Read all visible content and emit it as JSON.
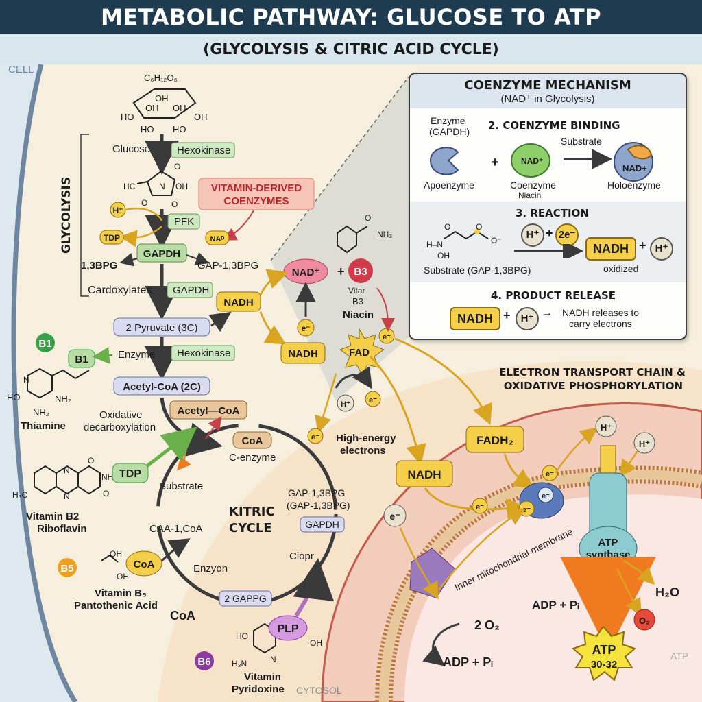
{
  "title": "METABOLIC PATHWAY: GLUCOSE TO ATP",
  "subtitle": "(GLYCOLYSIS & CITRIC ACID CYCLE)",
  "regions": {
    "cell": "CELL",
    "cytosol": "CYTOSOL",
    "glycolysis": "GLYCOLYSIS",
    "cycle_title": "KITRIC\nCYCLE",
    "cycle_line1": "KITRIC",
    "cycle_line2": "CYCLE"
  },
  "glucose": {
    "formula": "C₆H₁₂O₆",
    "oh1": "OH",
    "oh2": "OH",
    "ho1": "HO",
    "ho2": "HO",
    "oh3": "OH",
    "oh4": "OH",
    "ho3": "HO"
  },
  "glycolysis_steps": {
    "glucose_label": "Glucose",
    "hexokinase": "Hexokinase",
    "intermediate_hc": "HC",
    "intermediate_o1": "O",
    "intermediate_oh": "OH",
    "intermediate_n": "N",
    "intermediate_o2": "O",
    "h_plus": "H⁺",
    "pfk": "PFK",
    "tdp": "TDP",
    "gapdh_main": "GAPDH",
    "nad_small": "NAᴰ",
    "bpg_left": "1,3BPG",
    "bpg_right": "GAP-1,3BPG",
    "cardoxylates": "Cardoxylates",
    "gapdh_2": "GAPDH",
    "pyruvate": "2 Pyruvate (3C)",
    "enzyme": "Enzyme",
    "hexokinase_2": "Hexokinase",
    "acetyl_coa": "Acetyl-CoA (2C)",
    "oxidative": "Oxidative",
    "decarboxylation": "decarboxylation",
    "acetyl_coa_2": "Acetyl—CoA"
  },
  "vitamin_banner": {
    "line1": "VITAMIN-DERIVED",
    "line2": "COENZYMES"
  },
  "vitamins": {
    "b1_badge": "B1",
    "b1_chip": "B1",
    "thiamine": "Thiamine",
    "nh2_1": "NH₂",
    "ho_b1": "HO",
    "nh2_2": "NH₂",
    "n_b1": "N",
    "b2_nh": "NH",
    "b2_o1": "O",
    "b2_o2": "O",
    "b2_n1": "N",
    "b2_n2": "N",
    "b2_h3c": "H₃C",
    "b2_title": "Vitamin B2",
    "b2_name": "Riboflavin",
    "tdp_b2": "TDP",
    "b5_badge": "B5",
    "b5_coa": "CoA",
    "b5_oh1": "OH",
    "b5_oh2": "OH",
    "b5_title": "Vitamin B₅",
    "b5_name": "Pantothenic Acid",
    "coa_bold": "CoA",
    "b6_badge": "B6",
    "b6_plp": "PLP",
    "b6_ho": "HO",
    "b6_oh": "OH",
    "b6_h3n": "H₃N",
    "b6_n": "N",
    "b6_title": "Vitamin",
    "b6_name": "Pyridoxine",
    "b3_badge": "B3",
    "b3_vita": "Vitar",
    "b3_name": "B3",
    "niacin": "Niacin",
    "niacin_o": "O",
    "niacin_nh3": "NH₃"
  },
  "central": {
    "nad_plus": "NAD⁺",
    "plus": "+",
    "nadh_1": "NADH",
    "e_minus": "e⁻",
    "nadh_2": "NADH",
    "fad": "FAD",
    "e_fad": "e⁻",
    "h_small": "H⁺",
    "e_small": "e⁻",
    "e_high": "e⁻",
    "high_energy_1": "High-energy",
    "high_energy_2": "electrons"
  },
  "cycle": {
    "coa": "CoA",
    "c_enzyme": "C-enzyme",
    "substrate": "Substrate",
    "gap1": "GAP-1,3BPG",
    "gap2": "(GAP-1,3BPG)",
    "gapdh": "GAPDH",
    "caa": "CAA-1,CoA",
    "enzyon": "Enzyon",
    "ciopr": "Ciopr",
    "gappg": "2 GAPPG"
  },
  "panel": {
    "title": "COENZYME MECHANISM",
    "subtitle": "(NAD⁺ in Glycolysis)",
    "enzyme_1": "Enzyme",
    "enzyme_2": "(GAPDH)",
    "step2": "2. COENZYME BINDING",
    "substrate": "Substrate",
    "plus": "+",
    "nad_plus": "NAD⁺",
    "nad_plus_holo": "NAD+",
    "apoenzyme": "Apoenzyme",
    "coenzyme": "Coenzyme",
    "niacin": "Niacin",
    "holoenzyme": "Holoenzyme",
    "step3": "3. REACTION",
    "h_plus": "H⁺",
    "plus2": "+",
    "two_e": "2e⁻",
    "nadh": "NADH",
    "plus3": "+",
    "h_plus2": "H⁺",
    "oxidized": "oxidized",
    "substrate_gap": "Substrate (GAP-1,3BPG)",
    "mol_o1": "O",
    "mol_o2": "O",
    "mol_o3": "O⁻",
    "mol_hn": "H–N",
    "mol_oh": "OH",
    "step4": "4. PRODUCT RELEASE",
    "nadh_2": "NADH",
    "plus4": "+",
    "h_plus3": "H⁺",
    "release_1": "NADH releases to",
    "release_2": "carry electrons"
  },
  "mito": {
    "etc_1": "ELECTRON TRANSPORT CHAIN &",
    "etc_2": "OXIDATIVE PHOSPHORYLATION",
    "fadh2": "FADH₂",
    "nadh": "NADH",
    "e1": "e⁻",
    "e2": "e⁻",
    "e3": "e⁻",
    "e4": "e⁻",
    "e_left": "e⁻",
    "h1": "H⁺",
    "h2": "H⁺",
    "membrane": "Inner mitochondrial membrane",
    "atp_synthase_1": "ATP",
    "atp_synthase_2": "synthase",
    "adp_right": "ADP + Pᵢ",
    "h2o": "H₂O",
    "o2_badge": "O₂",
    "two_o2": "2 O₂",
    "adp_bottom": "ADP + Pᵢ",
    "atp_1": "ATP",
    "atp_2": "30-32",
    "atp_faded": "ATP"
  },
  "colors": {
    "header": "#1f3b4f",
    "nadh": "#f5cf4a",
    "nad_plus": "#f08aa0",
    "b3": "#d23a4a",
    "b1": "#3aa047",
    "b5": "#f0a020",
    "b6": "#8a3aa0",
    "mito": "#e8a58f"
  }
}
